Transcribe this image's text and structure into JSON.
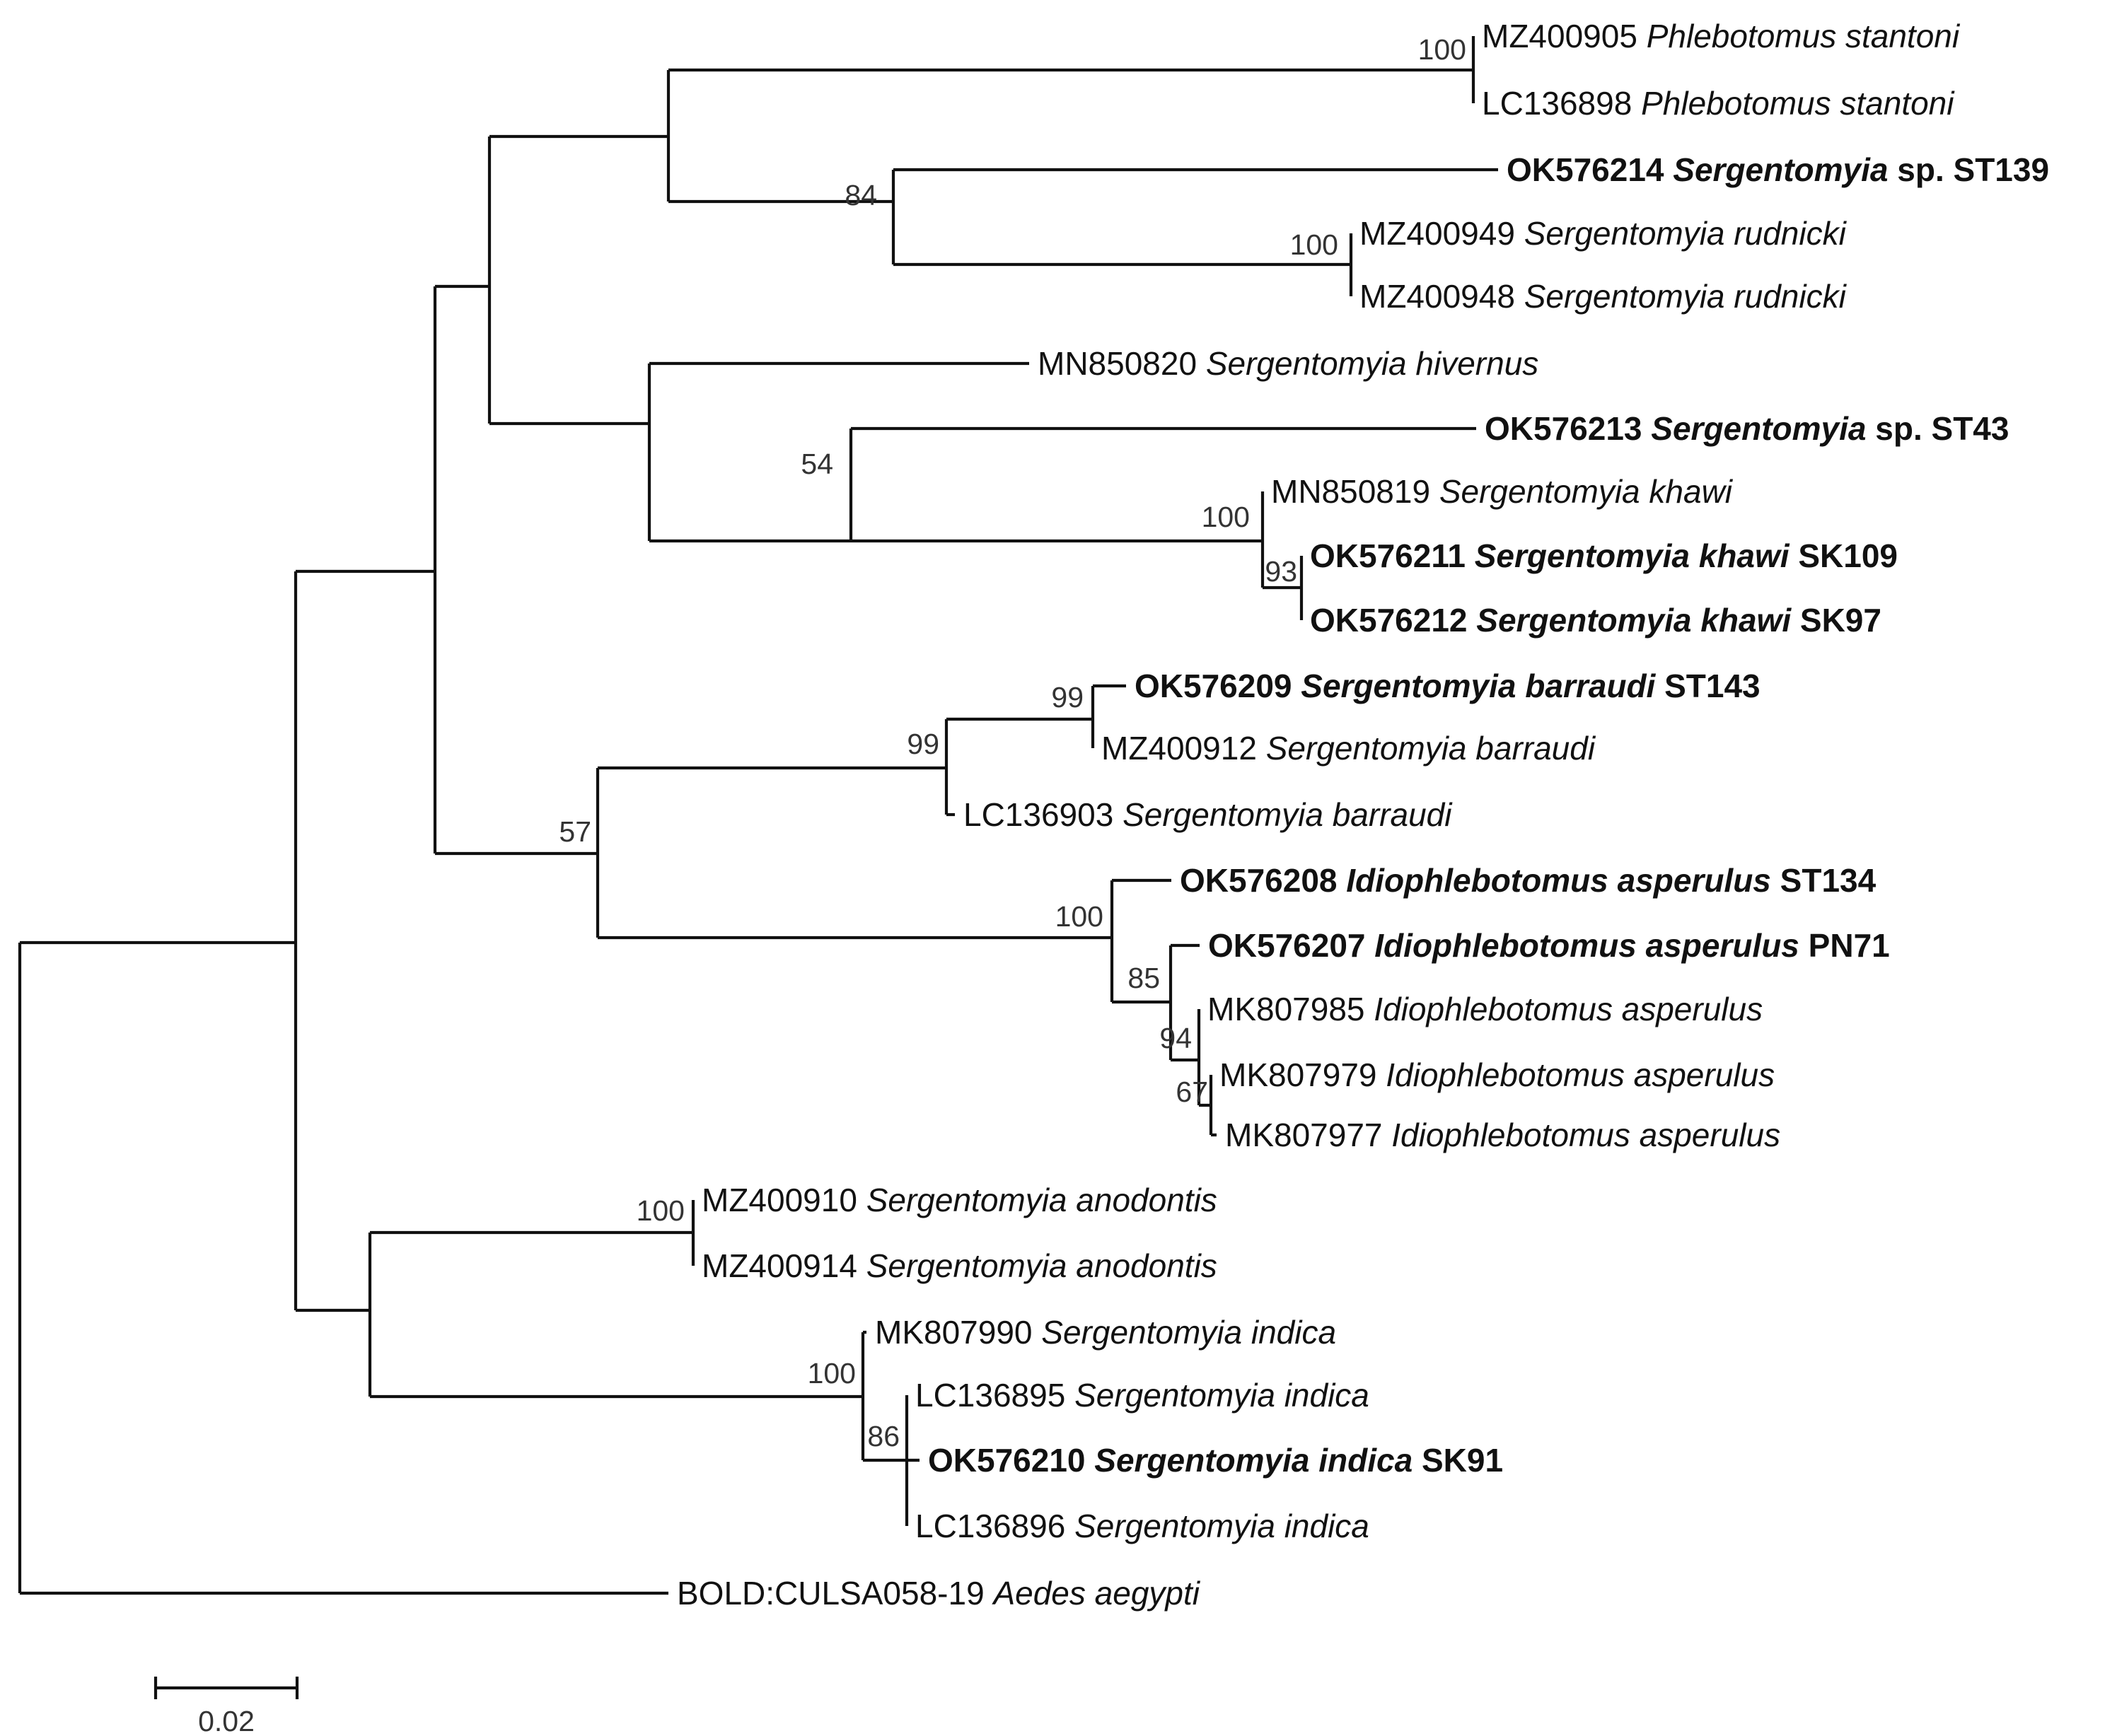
{
  "tree": {
    "leaves": [
      {
        "id": "L1",
        "accession": "MZ400905",
        "species": "Phlebotomus stantoni",
        "suffix": "",
        "bold": false
      },
      {
        "id": "L2",
        "accession": "LC136898",
        "species": "Phlebotomus stantoni",
        "suffix": "",
        "bold": false
      },
      {
        "id": "L3",
        "accession": "OK576214",
        "species": "Sergentomyia",
        "suffix": "sp. ST139",
        "bold": true
      },
      {
        "id": "L4",
        "accession": "MZ400949",
        "species": "Sergentomyia rudnicki",
        "suffix": "",
        "bold": false
      },
      {
        "id": "L5",
        "accession": "MZ400948",
        "species": "Sergentomyia rudnicki",
        "suffix": "",
        "bold": false
      },
      {
        "id": "L6",
        "accession": "MN850820",
        "species": "Sergentomyia hivernus",
        "suffix": "",
        "bold": false
      },
      {
        "id": "L7",
        "accession": "OK576213",
        "species": "Sergentomyia",
        "suffix": "sp. ST43",
        "bold": true
      },
      {
        "id": "L8",
        "accession": "MN850819",
        "species": "Sergentomyia khawi",
        "suffix": "",
        "bold": false
      },
      {
        "id": "L9",
        "accession": "OK576211",
        "species": "Sergentomyia khawi",
        "suffix": "SK109",
        "bold": true
      },
      {
        "id": "L10",
        "accession": "OK576212",
        "species": "Sergentomyia khawi",
        "suffix": "SK97",
        "bold": true
      },
      {
        "id": "L11",
        "accession": "OK576209",
        "species": "Sergentomyia barraudi",
        "suffix": "ST143",
        "bold": true
      },
      {
        "id": "L12",
        "accession": "MZ400912",
        "species": "Sergentomyia barraudi",
        "suffix": "",
        "bold": false
      },
      {
        "id": "L13",
        "accession": "LC136903",
        "species": "Sergentomyia barraudi",
        "suffix": "",
        "bold": false
      },
      {
        "id": "L14",
        "accession": "OK576208",
        "species": "Idiophlebotomus asperulus",
        "suffix": "ST134",
        "bold": true
      },
      {
        "id": "L15",
        "accession": "OK576207",
        "species": "Idiophlebotomus asperulus",
        "suffix": "PN71",
        "bold": true
      },
      {
        "id": "L16",
        "accession": "MK807985",
        "species": "Idiophlebotomus asperulus",
        "suffix": "",
        "bold": false
      },
      {
        "id": "L17",
        "accession": "MK807979",
        "species": "Idiophlebotomus asperulus",
        "suffix": "",
        "bold": false
      },
      {
        "id": "L18",
        "accession": "MK807977",
        "species": "Idiophlebotomus asperulus",
        "suffix": "",
        "bold": false
      },
      {
        "id": "L19",
        "accession": "MZ400910",
        "species": "Sergentomyia anodontis",
        "suffix": "",
        "bold": false
      },
      {
        "id": "L20",
        "accession": "MZ400914",
        "species": "Sergentomyia anodontis",
        "suffix": "",
        "bold": false
      },
      {
        "id": "L21",
        "accession": "MK807990",
        "species": "Sergentomyia indica",
        "suffix": "",
        "bold": false
      },
      {
        "id": "L22",
        "accession": "LC136895",
        "species": "Sergentomyia indica",
        "suffix": "",
        "bold": false
      },
      {
        "id": "L23",
        "accession": "OK576210",
        "species": "Sergentomyia indica",
        "suffix": "SK91",
        "bold": true
      },
      {
        "id": "L24",
        "accession": "LC136896",
        "species": "Sergentomyia indica",
        "suffix": "",
        "bold": false
      },
      {
        "id": "L25",
        "accession": "BOLD:CULSA058-19",
        "species": "Aedes aegypti",
        "suffix": "",
        "bold": false
      }
    ],
    "bootstrap": [
      {
        "node": "N_stantoni",
        "value": "100"
      },
      {
        "node": "N_st139_rud",
        "value": "84"
      },
      {
        "node": "N_rudnicki",
        "value": "100"
      },
      {
        "node": "N_st43_khawi",
        "value": "54"
      },
      {
        "node": "N_khawi",
        "value": "100"
      },
      {
        "node": "N_khawi_sk",
        "value": "93"
      },
      {
        "node": "N_barraudi_st143",
        "value": "99"
      },
      {
        "node": "N_barraudi",
        "value": "99"
      },
      {
        "node": "N_barr_idio",
        "value": "57"
      },
      {
        "node": "N_idio",
        "value": "100"
      },
      {
        "node": "N_idio_sub",
        "value": "85"
      },
      {
        "node": "N_idio_mk",
        "value": "94"
      },
      {
        "node": "N_idio_mk2",
        "value": "67"
      },
      {
        "node": "N_anodontis",
        "value": "100"
      },
      {
        "node": "N_indica",
        "value": "100"
      },
      {
        "node": "N_indica_sub",
        "value": "86"
      }
    ],
    "scale_bar": {
      "value": "0.02"
    }
  }
}
